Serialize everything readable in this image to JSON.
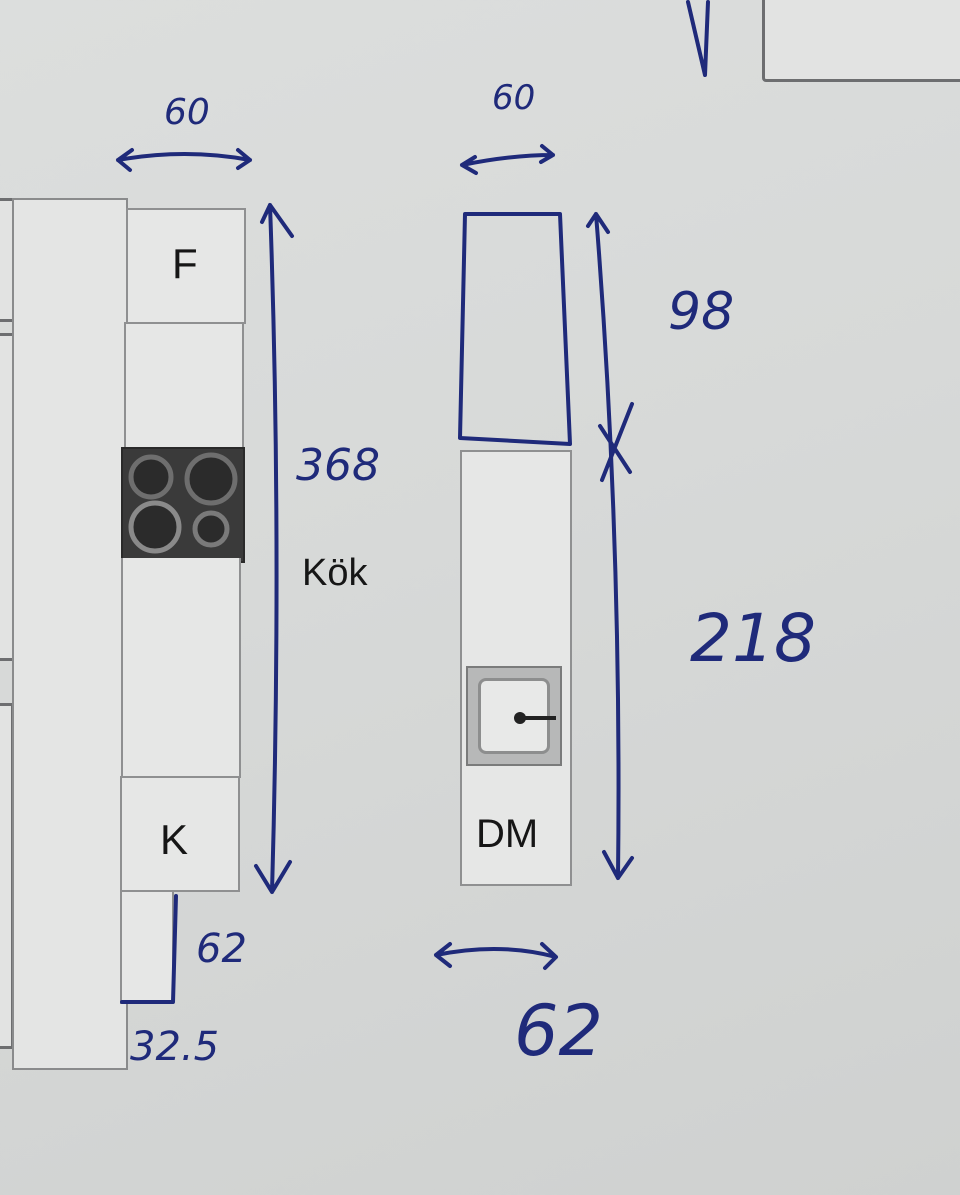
{
  "printed": {
    "fridge_label": "F",
    "cooler_label": "K",
    "room_label": "Kök",
    "dishwasher_label": "DM"
  },
  "handwritten": {
    "left_width": "60",
    "right_width": "60",
    "left_length": "368",
    "upper_height": "98",
    "lower_length": "218",
    "left_depth": "62",
    "left_offset": "32.5",
    "right_bottom_width": "62"
  },
  "colors": {
    "ink": "#1f2a7a",
    "paper": "#dcdedd",
    "print_line": "#8f9091",
    "hob": "#3a3a3a"
  }
}
